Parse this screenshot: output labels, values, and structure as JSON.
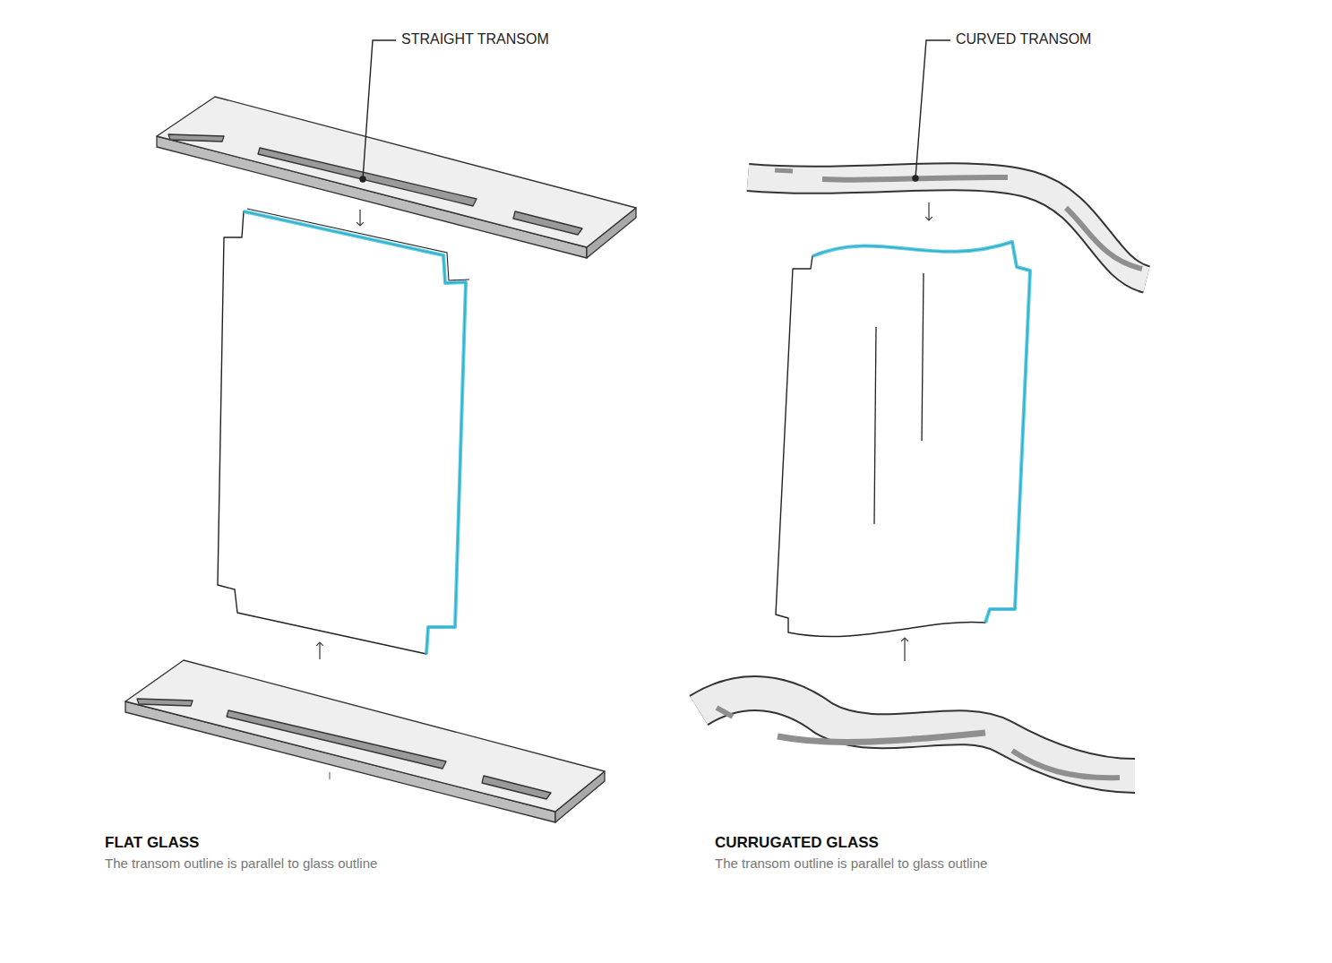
{
  "diagram": {
    "labels": [
      "STRAIGHT TRANSOM",
      "CURVED TRANSOM",
      "FLAT GLASS",
      "The transom outline is parallel to glass outline",
      "CURRUGATED GLASS",
      "The transom outline is parallel to glass outline"
    ]
  }
}
